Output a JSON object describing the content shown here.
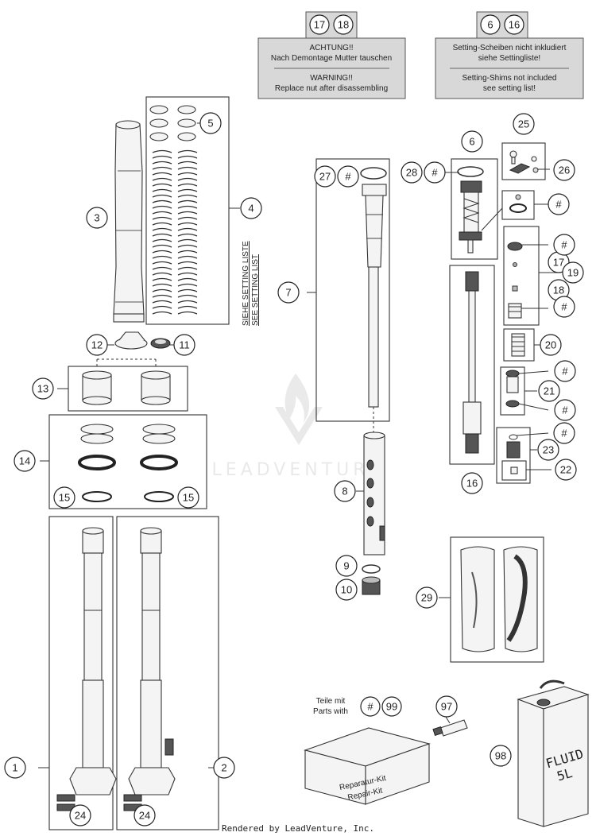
{
  "notes": {
    "nut": {
      "refs": [
        "17",
        "18"
      ],
      "de_title": "ACHTUNG!!",
      "de_text": "Nach Demontage Mutter tauschen",
      "en_title": "WARNING!!",
      "en_text": "Replace nut after disassembling"
    },
    "shims": {
      "refs": [
        "6",
        "16"
      ],
      "de_line1": "Setting-Scheiben nicht inkludiert",
      "de_line2": "siehe Settingliste!",
      "en_line1": "Setting-Shims not included",
      "en_line2": "see setting list!"
    }
  },
  "setting_list": {
    "de": "SIEHE SETTING LISTE",
    "en": "SEE SETTING LIST"
  },
  "kit": {
    "label_de": "Teile mit",
    "label_en": "Parts with",
    "refs": [
      "#",
      "99"
    ],
    "box_line1": "Reparatur-Kit",
    "box_line2": "Repair-Kit"
  },
  "fluid_can": {
    "line1": "FLUID",
    "line2": "5L"
  },
  "watermark": "LEADVENTURE",
  "footer": "Rendered by LeadVenture, Inc.",
  "callouts": [
    {
      "id": "c1",
      "label": "1"
    },
    {
      "id": "c2",
      "label": "2"
    },
    {
      "id": "c3",
      "label": "3"
    },
    {
      "id": "c4",
      "label": "4"
    },
    {
      "id": "c5",
      "label": "5"
    },
    {
      "id": "c6",
      "label": "6"
    },
    {
      "id": "c7",
      "label": "7"
    },
    {
      "id": "c8",
      "label": "8"
    },
    {
      "id": "c9",
      "label": "9"
    },
    {
      "id": "c10",
      "label": "10"
    },
    {
      "id": "c11",
      "label": "11"
    },
    {
      "id": "c12",
      "label": "12"
    },
    {
      "id": "c13",
      "label": "13"
    },
    {
      "id": "c14",
      "label": "14"
    },
    {
      "id": "c15a",
      "label": "15"
    },
    {
      "id": "c15b",
      "label": "15"
    },
    {
      "id": "c16",
      "label": "16"
    },
    {
      "id": "c17",
      "label": "17"
    },
    {
      "id": "c18",
      "label": "18"
    },
    {
      "id": "c19",
      "label": "19"
    },
    {
      "id": "c20",
      "label": "20"
    },
    {
      "id": "c21",
      "label": "21"
    },
    {
      "id": "c22",
      "label": "22"
    },
    {
      "id": "c23",
      "label": "23"
    },
    {
      "id": "c24a",
      "label": "24"
    },
    {
      "id": "c24b",
      "label": "24"
    },
    {
      "id": "c25",
      "label": "25"
    },
    {
      "id": "c26",
      "label": "26"
    },
    {
      "id": "c27",
      "label": "27"
    },
    {
      "id": "c28",
      "label": "28"
    },
    {
      "id": "c29",
      "label": "29"
    },
    {
      "id": "c97",
      "label": "97"
    },
    {
      "id": "c98",
      "label": "98"
    },
    {
      "id": "h27",
      "label": "#"
    },
    {
      "id": "h28",
      "label": "#"
    },
    {
      "id": "h6",
      "label": "#"
    },
    {
      "id": "h19a",
      "label": "#"
    },
    {
      "id": "h19b",
      "label": "#"
    },
    {
      "id": "h21a",
      "label": "#"
    },
    {
      "id": "h21b",
      "label": "#"
    },
    {
      "id": "h23",
      "label": "#"
    }
  ]
}
